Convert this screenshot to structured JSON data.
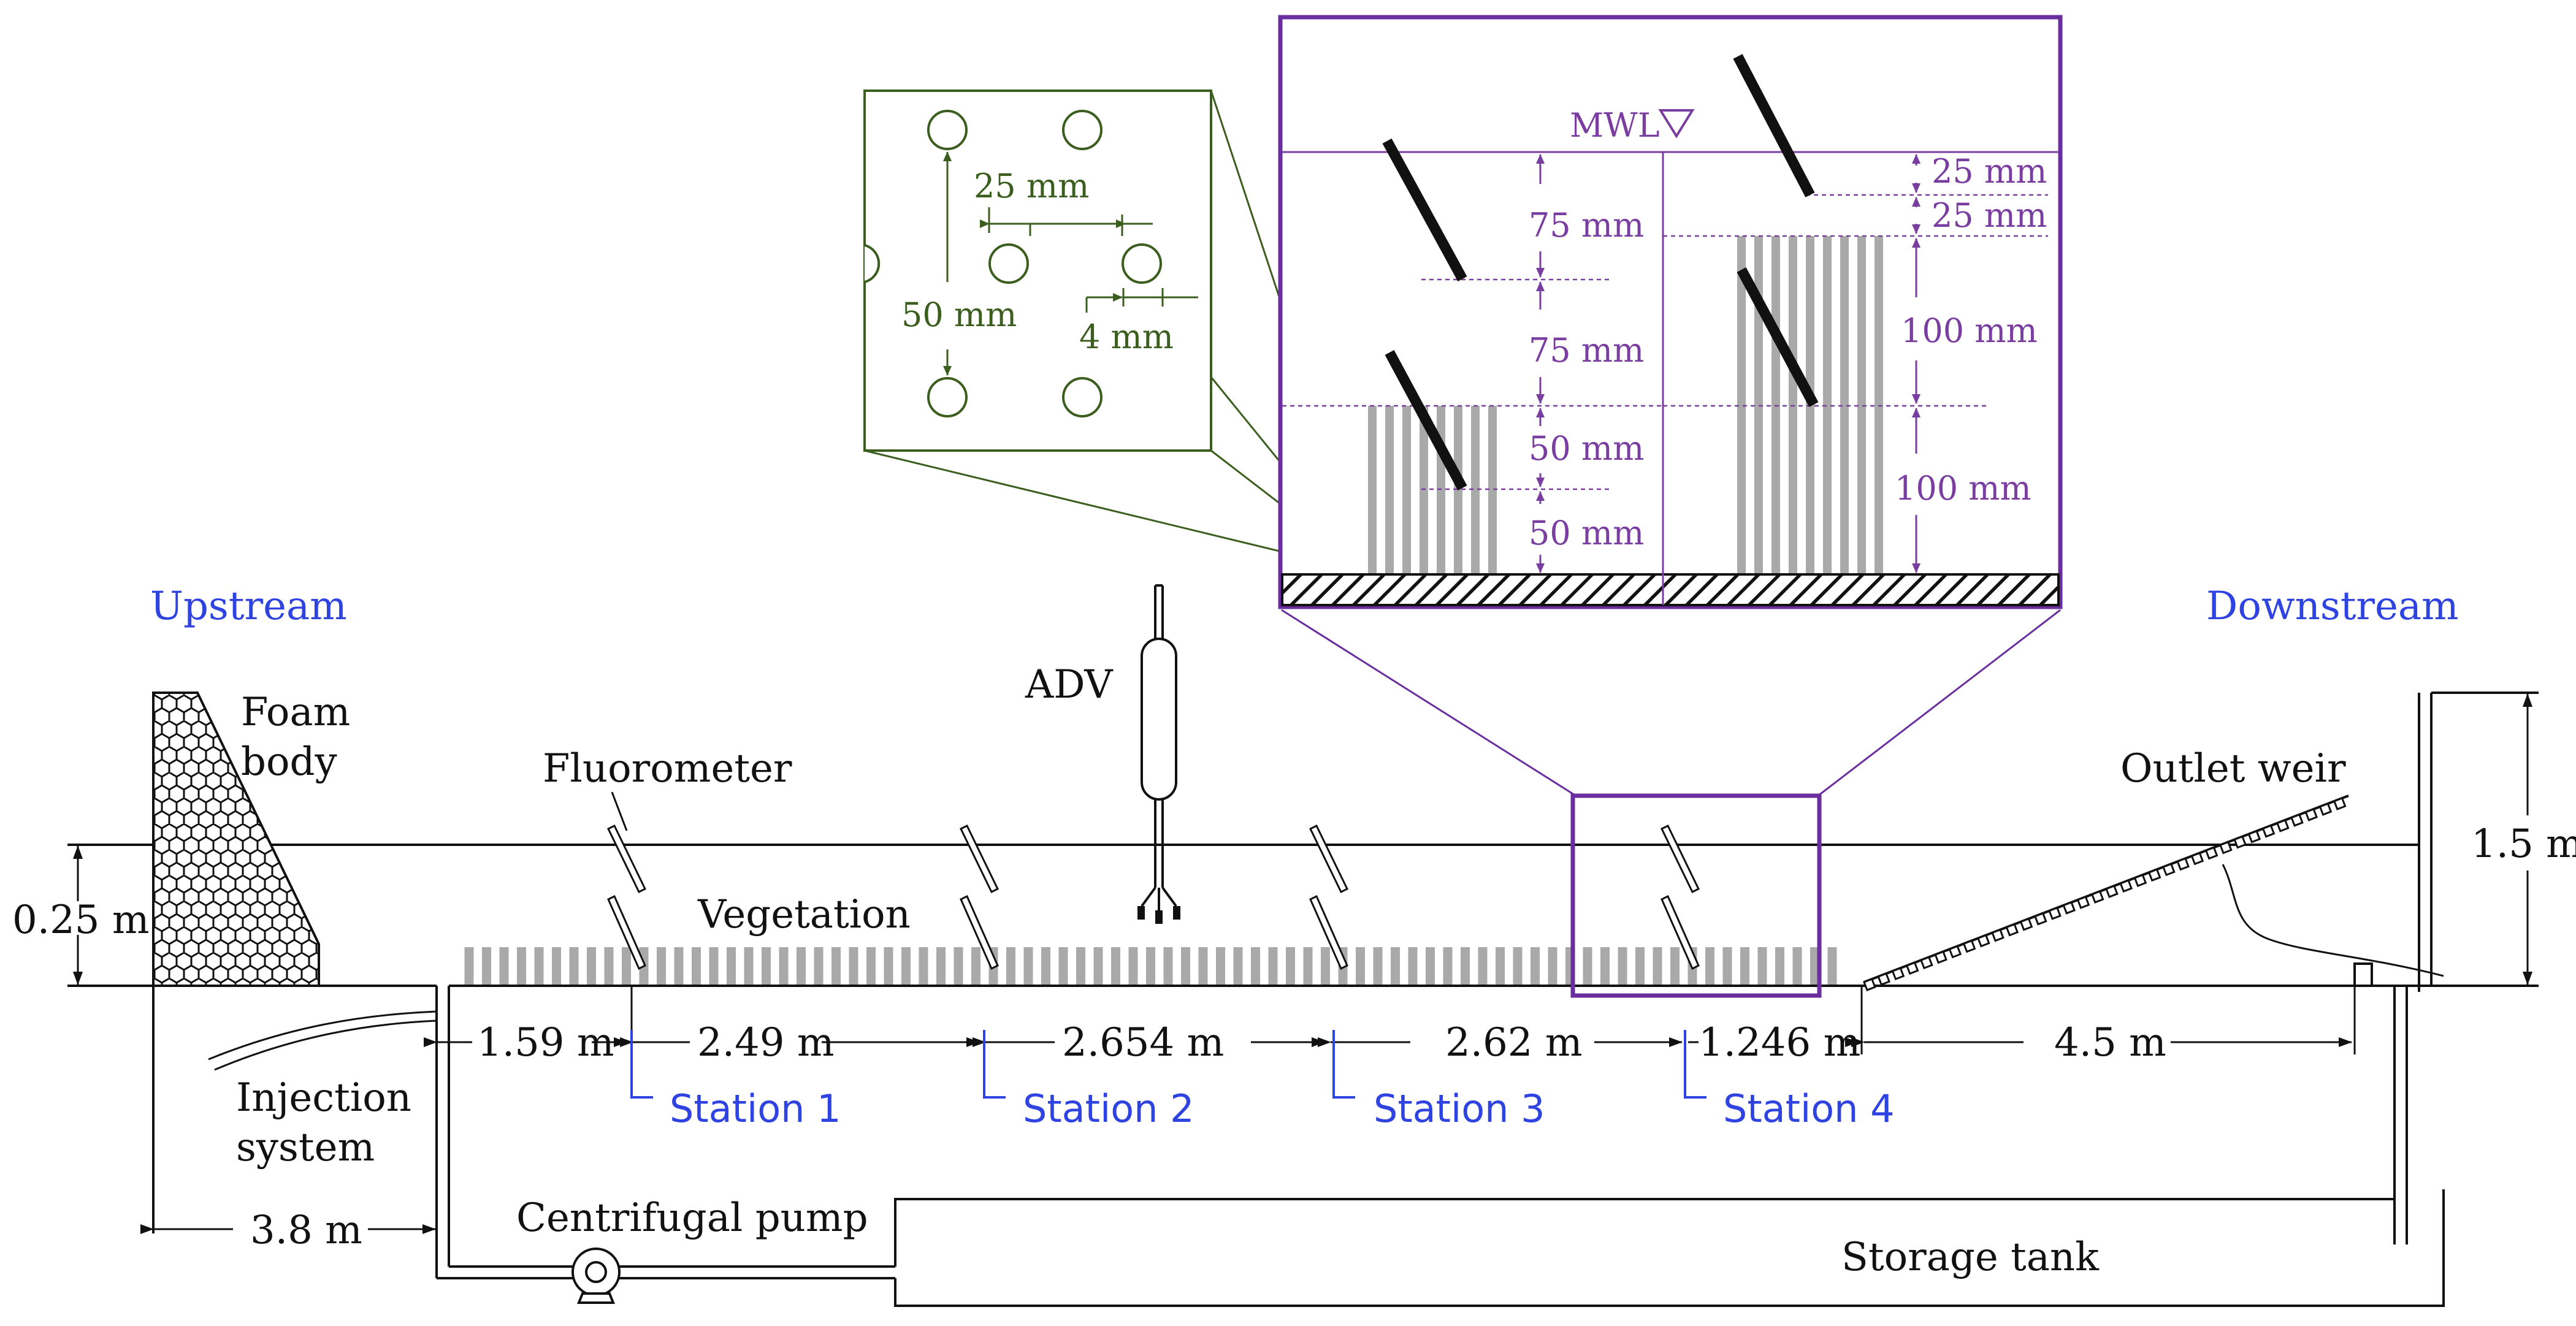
{
  "labels": {
    "upstream": "Upstream",
    "downstream": "Downstream",
    "foam_body": "Foam body",
    "fluorometer": "Fluorometer",
    "vegetation": "Vegetation",
    "adv": "ADV",
    "outlet_weir": "Outlet weir",
    "injection_system": "Injection system",
    "centrifugal_pump": "Centrifugal pump",
    "storage_tank": "Storage tank"
  },
  "stations": [
    "Station 1",
    "Station 2",
    "Station 3",
    "Station 4"
  ],
  "dimensions": {
    "water_depth": "0.25 m",
    "flume_height": "1.5 m",
    "injection_to_inlet": "3.8 m",
    "spacings": [
      "1.59 m",
      "2.49 m",
      "2.654 m",
      "2.62 m",
      "1.246 m",
      "4.5 m"
    ]
  },
  "inset_layout": {
    "spacing_diag": "50 mm",
    "spacing_row": "25 mm",
    "diameter": "4 mm"
  },
  "inset_section": {
    "mwl": "MWL",
    "left": [
      "75 mm",
      "75 mm",
      "50 mm",
      "50 mm"
    ],
    "right": [
      "25 mm",
      "25 mm",
      "100 mm",
      "100 mm"
    ]
  },
  "colors": {
    "upstream_downstream": "#2f43e0",
    "layout_inset": "#3b5e1e",
    "section_inset": "#7a3ea1",
    "vegetation": "#a9a9a9"
  }
}
